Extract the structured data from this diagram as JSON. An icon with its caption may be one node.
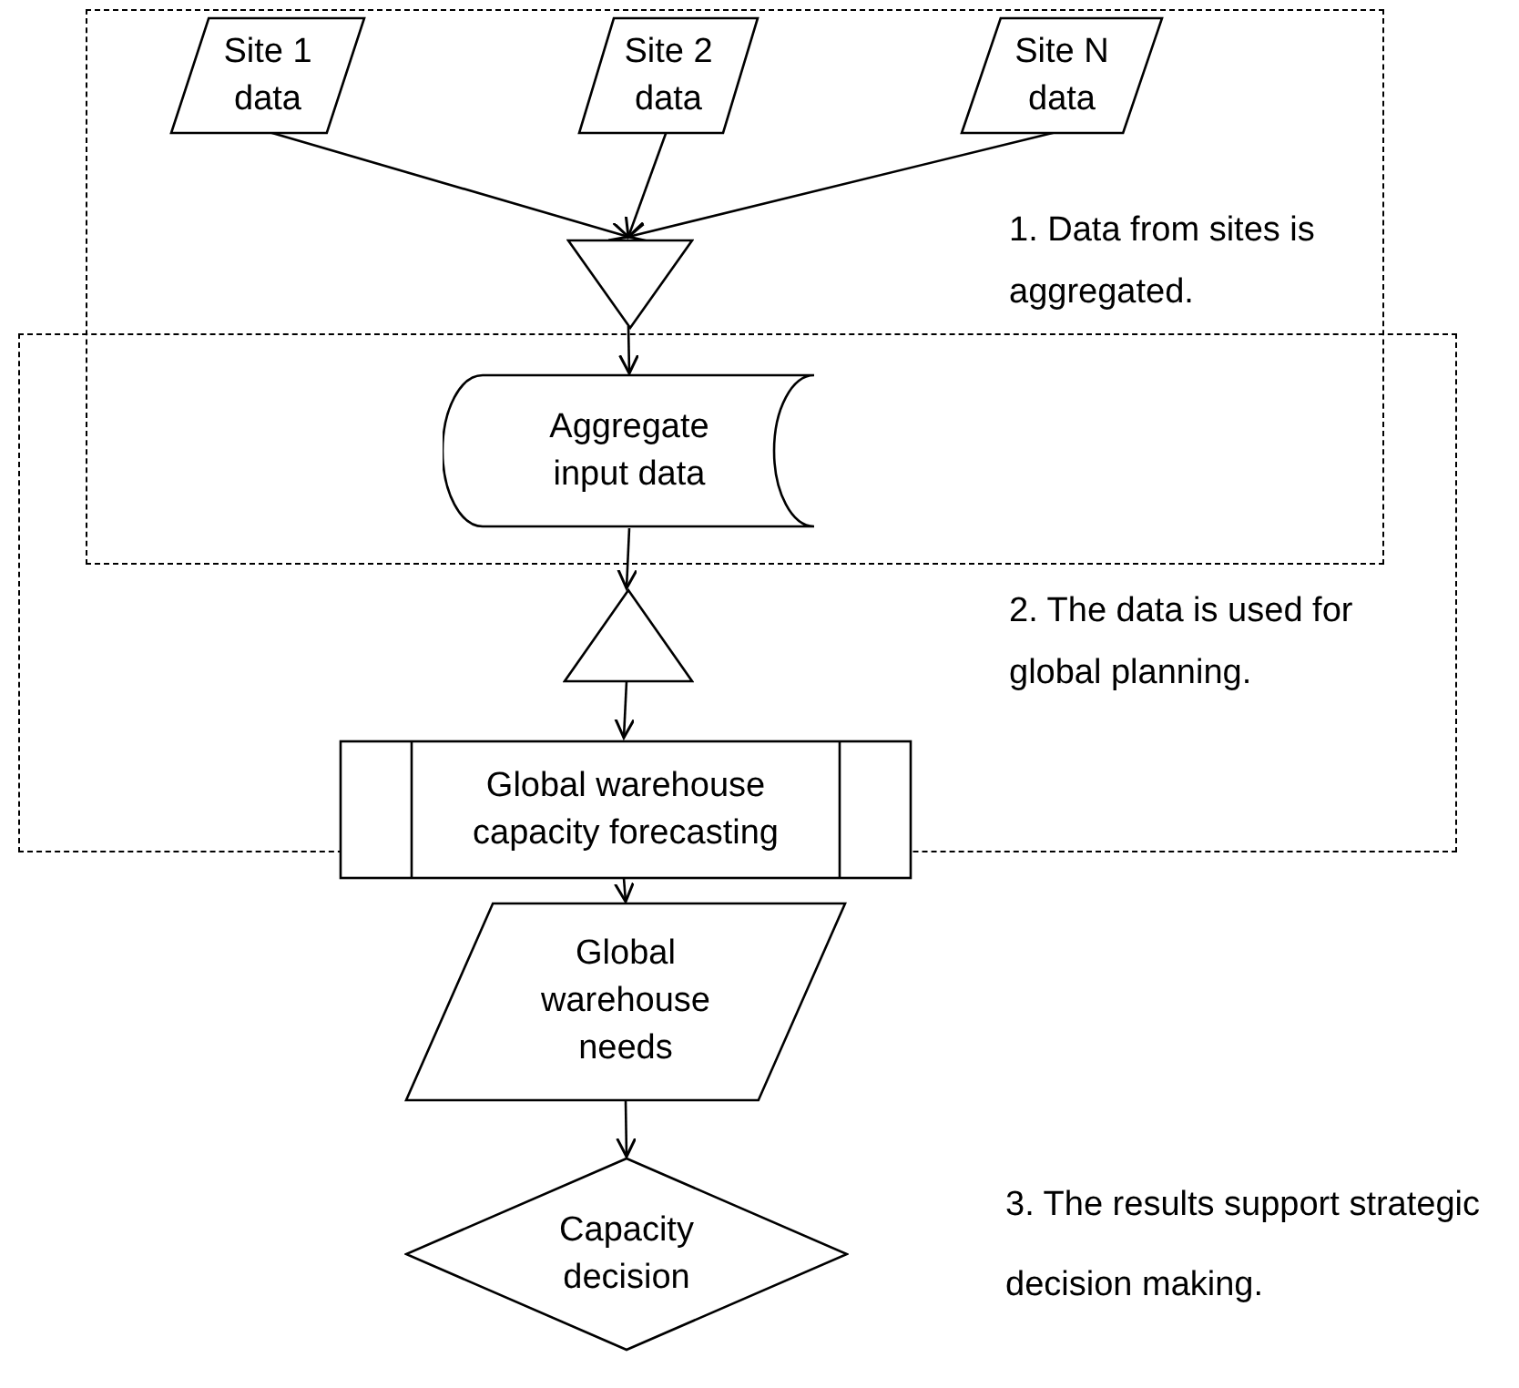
{
  "diagram": {
    "nodes": [
      {
        "text": [
          "1. Data from sites is aggregated."
        ]
      },
      {
        "text": [
          "2. The data is used for global planning."
        ]
      },
      {
        "text": [
          "Site 1 data"
        ],
        "in": 0
      },
      {
        "text": [
          "Site 2 data"
        ],
        "in": 0
      },
      {
        "text": [
          "Site N data"
        ],
        "in": 0
      },
      {
        "text": [],
        "shape": "triangle",
        "in": 0
      },
      {
        "text": [
          "Aggregate input data"
        ]
      },
      {
        "text": [],
        "shape": "triangle",
        "in": 1
      },
      {
        "text": [
          "Global warehouse capacity forecasting"
        ],
        "in": 1
      },
      {
        "text": [
          "Global warehouse needs"
        ]
      },
      {
        "text": [
          "Capacity decision"
        ]
      }
    ],
    "edges": [
      {
        "from": 2,
        "to": 5,
        "arrow": "to"
      },
      {
        "from": 3,
        "to": 5,
        "arrow": "to"
      },
      {
        "from": 4,
        "to": 5,
        "arrow": "to"
      },
      {
        "from": 5,
        "to": 6,
        "arrow": "to"
      },
      {
        "from": 6,
        "to": 7,
        "arrow": "to"
      },
      {
        "from": 7,
        "to": 8,
        "arrow": "to"
      },
      {
        "from": 8,
        "to": 9,
        "arrow": "to"
      },
      {
        "from": 9,
        "to": 10,
        "arrow": "to"
      }
    ],
    "labels": [
      "3. The results support strategic decision making."
    ]
  }
}
